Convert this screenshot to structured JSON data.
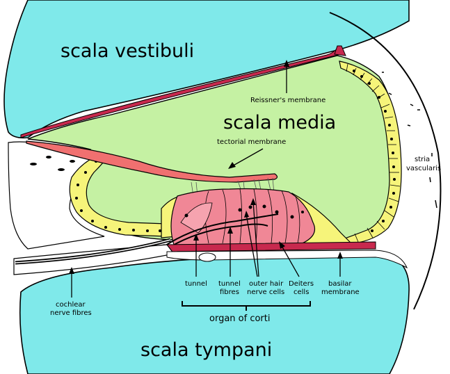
{
  "regions": {
    "scala_vestibuli": "scala vestibuli",
    "scala_media": "scala media",
    "scala_tympani": "scala tympani"
  },
  "labels": {
    "reissners_membrane": "Reissner's membrane",
    "tectorial_membrane": "tectorial membrane",
    "stria_line1": "stria",
    "stria_line2": "vascularis",
    "tunnel": "tunnel",
    "tunnel_fibres_line1": "tunnel",
    "tunnel_fibres_line2": "fibres",
    "outer_hair_line1": "outer hair",
    "outer_hair_line2": "nerve cells",
    "deiters_line1": "Deiters",
    "deiters_line2": "cells",
    "basilar_line1": "basilar",
    "basilar_line2": "membrane",
    "cochlear_line1": "cochlear",
    "cochlear_line2": "nerve fibres",
    "organ_of_corti": "organ of corti"
  },
  "colors": {
    "fluid": "#7fe9ea",
    "media": "#c5f1a3",
    "membrane": "#c8294e",
    "tectorial": "#f07070",
    "corti": "#f08796",
    "cells": "#f6f47a"
  }
}
